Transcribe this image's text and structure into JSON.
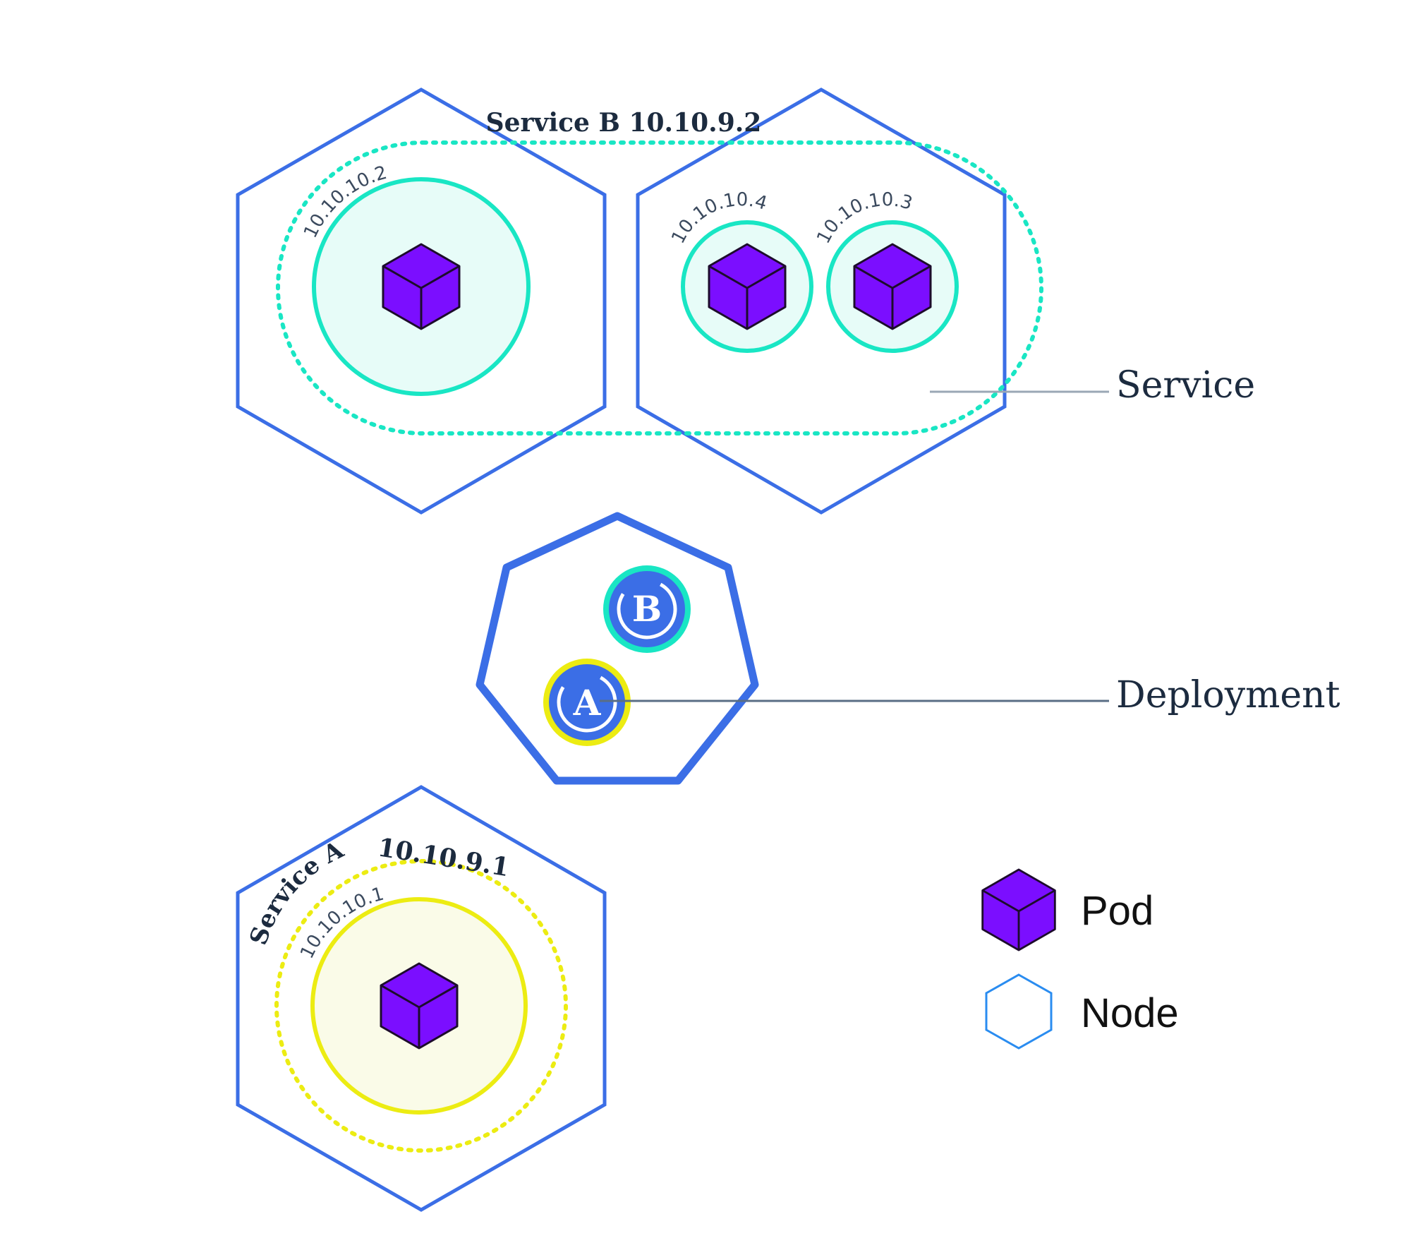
{
  "colors": {
    "node_stroke": "#3b6ee6",
    "service_b": "#19e6c4",
    "service_b_fill": "#e7fcf8",
    "service_a": "#ecec12",
    "service_a_fill": "#fafbe8",
    "pod_fill": "#7b0eff",
    "deployment_blue": "#3b6ee6",
    "label_text": "#1c2b3f",
    "leader_line": "#5a6e85",
    "legend_node": "#2a8cf0"
  },
  "service_b": {
    "label": "Service B 10.10.9.2",
    "pods": [
      {
        "ip": "10.10.10.2",
        "icon": "pod-cube-icon"
      },
      {
        "ip": "10.10.10.4",
        "icon": "pod-cube-icon"
      },
      {
        "ip": "10.10.10.3",
        "icon": "pod-cube-icon"
      }
    ]
  },
  "service_a": {
    "label_name": "Service A",
    "label_ip": "10.10.9.1",
    "pods": [
      {
        "ip": "10.10.10.1",
        "icon": "pod-cube-icon"
      }
    ]
  },
  "deployment": {
    "badges": [
      "B",
      "A"
    ],
    "icon": "rolling-update-icon"
  },
  "callouts": {
    "service": "Service",
    "deployment": "Deployment"
  },
  "legend": {
    "pod": "Pod",
    "node": "Node"
  }
}
